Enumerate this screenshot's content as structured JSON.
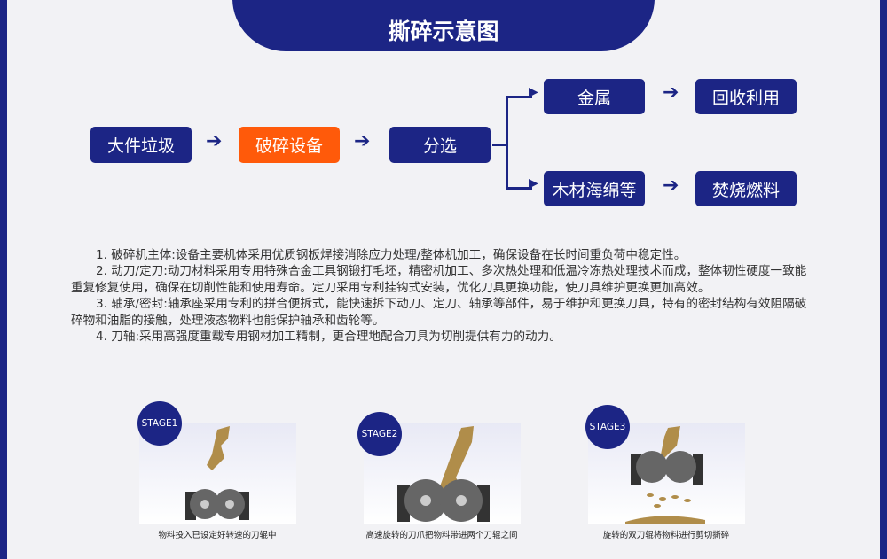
{
  "title": "撕碎示意图",
  "flow": {
    "input": "大件垃圾",
    "device": "破碎设备",
    "sort": "分选",
    "metal": "金属",
    "recycle": "回收利用",
    "wood": "木材海绵等",
    "burn": "焚烧燃料",
    "arrow": "➔"
  },
  "description": [
    "1.  破碎机主体:设备主要机体采用优质钢板焊接消除应力处理/整体机加工，确保设备在长时间重负荷中稳定性。",
    "2.  动刀/定刀:动刀材料采用专用特殊合金工具钢锻打毛坯，精密机加工、多次热处理和低温冷冻热处理技术而成，整体韧性硬度一致能重复修复使用，确保在切削性能和使用寿命。定刀采用专利挂钩式安装，优化刀具更换功能，使刀具维护更换更加高效。",
    "3.  轴承/密封:轴承座采用专利的拼合便拆式，能快速拆下动刀、定刀、轴承等部件，易于维护和更换刀具，特有的密封结构有效阻隔破碎物和油脂的接触，处理液态物料也能保护轴承和齿轮等。",
    "4.  刀轴:采用高强度重载专用钢材加工精制，更合理地配合刀具为切削提供有力的动力。"
  ],
  "stages": [
    {
      "label": "STAGE1",
      "caption": "物料投入已设定好转速的刀辊中"
    },
    {
      "label": "STAGE2",
      "caption": "高速旋转的刀爪把物料带进两个刀辊之间"
    },
    {
      "label": "STAGE3",
      "caption": "旋转的双刀辊将物料进行剪切撕碎"
    }
  ]
}
